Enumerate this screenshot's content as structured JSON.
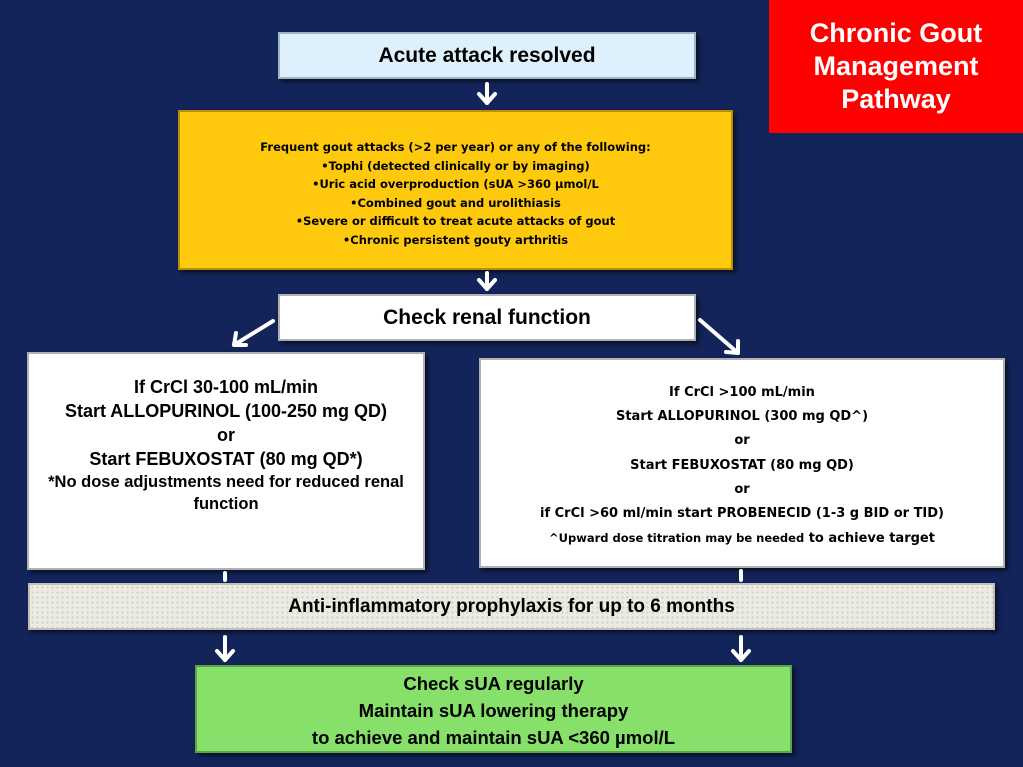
{
  "title": {
    "lines": [
      "Chronic Gout",
      "Management",
      "Pathway"
    ]
  },
  "steps": {
    "acute_attack": "Acute attack resolved",
    "criteria": {
      "intro": "Frequent gout attacks (>2 per year) or any of the following:",
      "items": [
        "•Tophi (detected clinically or by imaging)",
        "•Uric acid overproduction (sUA >360 µmol/L",
        "•Combined gout and urolithiasis",
        "•Severe or difficult to treat acute attacks of gout",
        "•Chronic persistent gouty arthritis"
      ]
    },
    "renal_check": "Check renal function",
    "left_branch": {
      "lines": [
        "If CrCl  30-100 mL/min",
        "Start ALLOPURINOL (100-250 mg QD)",
        "or",
        "Start FEBUXOSTAT (80 mg QD*)"
      ],
      "note": "*No dose adjustments need for reduced renal function"
    },
    "right_branch": {
      "lines": [
        "If CrCl  >100 mL/min",
        "Start ALLOPURINOL (300 mg QD^)",
        "or",
        "Start FEBUXOSTAT (80 mg QD)",
        "or",
        "if CrCl >60 ml/min start PROBENECID (1-3 g BID or TID)"
      ],
      "note_small": "^Upward dose titration may be needed",
      "note_normal": " to achieve target"
    },
    "prophylaxis": "Anti-inflammatory prophylaxis for up to 6 months",
    "monitoring": {
      "lines": [
        "Check sUA regularly",
        "Maintain  sUA lowering therapy",
        "to achieve and maintain sUA <360 µmol/L"
      ]
    }
  },
  "colors": {
    "background": "#13245a",
    "title_box": "#ff0000",
    "criteria_box": "#ffc90e",
    "monitoring_box": "#86e06a",
    "acute_box": "#ddf0fb",
    "arrow": "#ffffff"
  }
}
